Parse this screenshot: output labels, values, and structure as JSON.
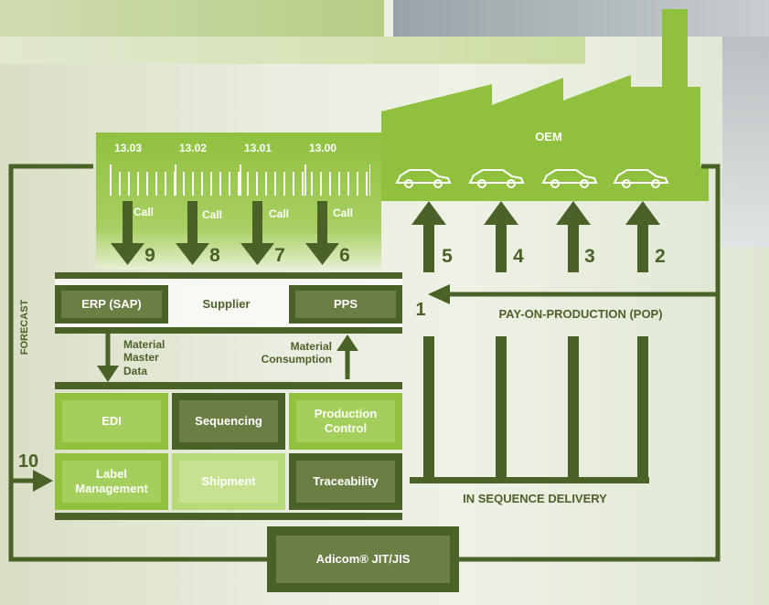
{
  "header": {
    "oem": "OEM"
  },
  "timeline": {
    "ticks": [
      "13.03",
      "13.02",
      "13.01",
      "13.00"
    ],
    "call_label": "Call",
    "call_numbers": [
      "9",
      "8",
      "7",
      "6"
    ]
  },
  "oem_arrows": [
    "5",
    "4",
    "3",
    "2"
  ],
  "supplier_bar": {
    "left": "ERP (SAP)",
    "center": "Supplier",
    "right": "PPS"
  },
  "flows": {
    "material_master": "Material\nMaster\nData",
    "material_consumption": "Material\nConsumption",
    "forecast": "FORECAST",
    "pop_number": "1",
    "pop_label": "PAY-ON-PRODUCTION (POP)",
    "input_number": "10",
    "isd_label": "IN SEQUENCE DELIVERY"
  },
  "modules": [
    {
      "label": "EDI",
      "style": "light"
    },
    {
      "label": "Sequencing",
      "style": "dark"
    },
    {
      "label": "Production\nControl",
      "style": "light"
    },
    {
      "label": "Label\nManagement",
      "style": "light"
    },
    {
      "label": "Shipment",
      "style": "pale"
    },
    {
      "label": "Traceability",
      "style": "dark"
    }
  ],
  "product": {
    "label": "Adicom® JIT/JIS"
  },
  "colors": {
    "lime": "#8fc13e",
    "dark_green": "#4a6228",
    "mid_green": "#6b7f45",
    "pale_green": "#b7d97a"
  }
}
